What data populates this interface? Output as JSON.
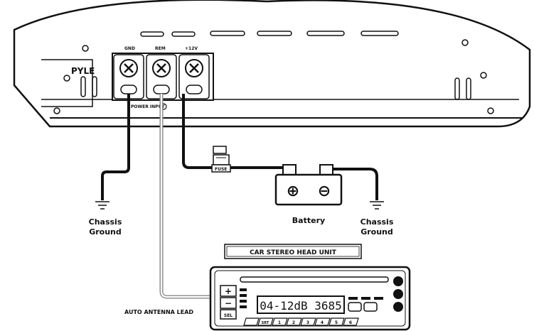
{
  "diagram": {
    "amplifier": {
      "brand": "PYLE",
      "terminals": [
        "GND",
        "REM",
        "+12V"
      ],
      "power_input_label": "POWER  INPUT"
    },
    "fuse_label": "FUSE",
    "battery": {
      "label": "Battery",
      "plus_symbol": "⊕",
      "minus_symbol": "⊖"
    },
    "chassis_ground_left": [
      "Chassis",
      "Ground"
    ],
    "chassis_ground_right": [
      "Chassis",
      "Ground"
    ],
    "head_unit": {
      "label": "CAR  STEREO HEAD UNIT",
      "display": "04-12dB 3685",
      "sel_label": "SEL",
      "plus_label": "+",
      "minus_label": "−",
      "preset_buttons": [
        "1",
        "2",
        "3",
        "4",
        "5",
        "6"
      ],
      "mode_buttons": [
        "",
        "",
        "",
        "SRT"
      ]
    },
    "antenna_lead_label": "AUTO ANTENNA LEAD"
  }
}
